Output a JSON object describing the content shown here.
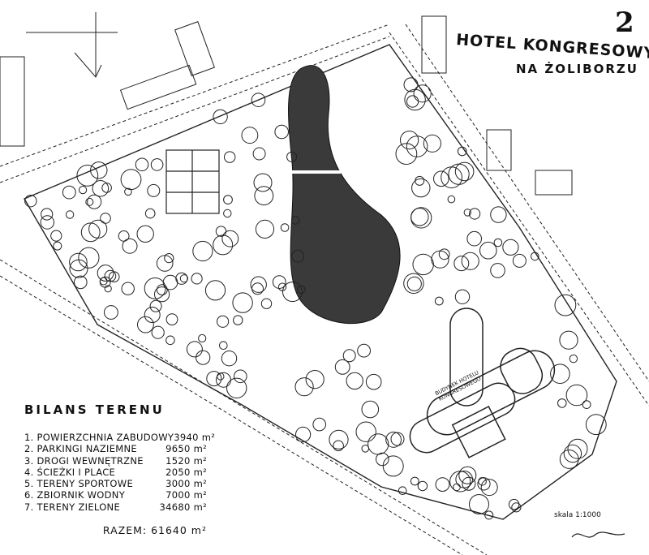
{
  "title": {
    "sheet_number": "2",
    "main": "HOTEL KONGRESOWY",
    "sub": "NA ŻOLIBORZU"
  },
  "building_label": [
    "BUDYNEK HOTELU",
    "KONGRESOWEGO"
  ],
  "bilans": {
    "heading": "BILANS TERENU",
    "items": [
      {
        "label": "1. POWIERZCHNIA ZABUDOWY",
        "value": "3940 m²"
      },
      {
        "label": "2. PARKINGI NAZIEMNE",
        "value": "9650 m²"
      },
      {
        "label": "3. DROGI WEWNĘTRZNE",
        "value": "1520 m²"
      },
      {
        "label": "4. ŚCIEŻKI I PLACE",
        "value": "2050 m²"
      },
      {
        "label": "5. TERENY SPORTOWE",
        "value": "3000 m²"
      },
      {
        "label": "6. ZBIORNIK WODNY",
        "value": "7000 m²"
      },
      {
        "label": "7. TERENY ZIELONE",
        "value": "34680 m²"
      }
    ],
    "total": "RAZEM: 61640 m²"
  },
  "scale": "skala 1:1000",
  "colors": {
    "ink": "#111111",
    "paper": "#ffffff",
    "pond": "#3a3a3a"
  }
}
